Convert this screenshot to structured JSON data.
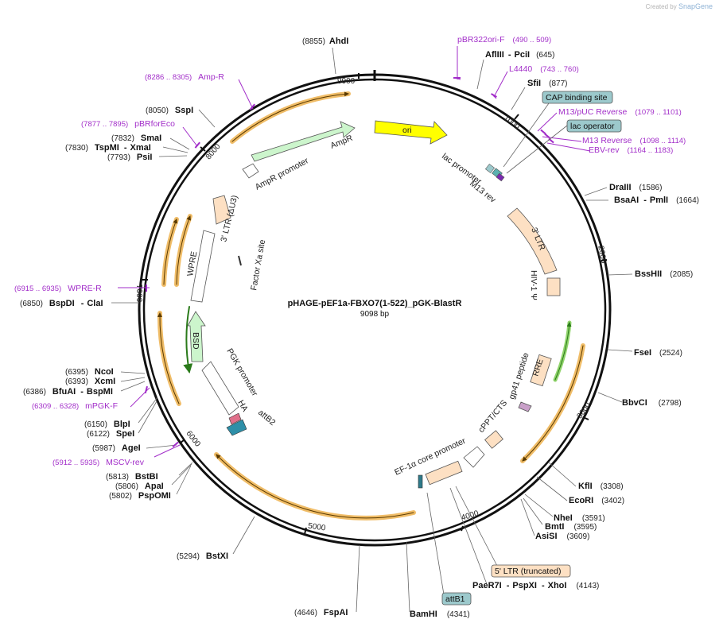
{
  "credit": {
    "prefix": "Created by",
    "brand": "SnapGene"
  },
  "plasmid": {
    "name": "pHAGE-pEF1a-FBXO7(1-522)_pGK-BlastR",
    "length_label": "9098 bp",
    "length": 9098
  },
  "ticks": [
    "1000",
    "2000",
    "3000",
    "4000",
    "5000",
    "6000",
    "7000",
    "8000",
    "9000"
  ],
  "enzymes": [
    {
      "id": "ahdi",
      "name": "AhdI",
      "pos": "(8855)"
    },
    {
      "id": "afliii",
      "name": "AflIII",
      "sep": "-",
      "name2": "PciI",
      "pos": "(645)"
    },
    {
      "id": "sfii",
      "name": "SfiI",
      "pos": "(877)"
    },
    {
      "id": "draiii",
      "name": "DraIII",
      "pos": "(1586)"
    },
    {
      "id": "bsaai",
      "name": "BsaAI",
      "sep": "-",
      "name2": "PmlI",
      "pos": "(1664)"
    },
    {
      "id": "bsshii",
      "name": "BssHII",
      "pos": "(2085)"
    },
    {
      "id": "fsei",
      "name": "FseI",
      "pos": "(2524)"
    },
    {
      "id": "bbvci",
      "name": "BbvCI",
      "pos": "(2798)"
    },
    {
      "id": "kfli",
      "name": "KflI",
      "pos": "(3308)"
    },
    {
      "id": "ecori",
      "name": "EcoRI",
      "pos": "(3402)"
    },
    {
      "id": "nhei",
      "name": "NheI",
      "pos": "(3591)"
    },
    {
      "id": "bmti",
      "name": "BmtI",
      "pos": "(3595)"
    },
    {
      "id": "asisi",
      "name": "AsiSI",
      "pos": "(3609)"
    },
    {
      "id": "paer7i",
      "name": "PaeR7I",
      "sep": "-",
      "name2": "PspXI",
      "sep2": "-",
      "name3": "XhoI",
      "pos": "(4143)"
    },
    {
      "id": "bamhi",
      "name": "BamHI",
      "pos": "(4341)"
    },
    {
      "id": "fspai",
      "name": "FspAI",
      "pos": "(4646)"
    },
    {
      "id": "bstxi",
      "name": "BstXI",
      "pos": "(5294)"
    },
    {
      "id": "bstbi",
      "name": "BstBI",
      "pos": "(5813)"
    },
    {
      "id": "apai",
      "name": "ApaI",
      "pos": "(5806)"
    },
    {
      "id": "pspomi",
      "name": "PspOMI",
      "pos": "(5802)"
    },
    {
      "id": "agei",
      "name": "AgeI",
      "pos": "(5987)"
    },
    {
      "id": "spei",
      "name": "SpeI",
      "pos": "(6122)"
    },
    {
      "id": "blpi",
      "name": "BlpI",
      "pos": "(6150)"
    },
    {
      "id": "ncoi",
      "name": "NcoI",
      "pos": "(6395)"
    },
    {
      "id": "xcmi",
      "name": "XcmI",
      "pos": "(6393)"
    },
    {
      "id": "bfuai",
      "name": "BfuAI",
      "sep": "-",
      "name2": "BspMI",
      "pos": "(6386)"
    },
    {
      "id": "bspdi",
      "name": "BspDI",
      "sep": "-",
      "name2": "ClaI",
      "pos": "(6850)"
    },
    {
      "id": "psii",
      "name": "PsiI",
      "pos": "(7793)"
    },
    {
      "id": "tspmi",
      "name": "TspMI",
      "sep": "-",
      "name2": "XmaI",
      "pos": "(7830)"
    },
    {
      "id": "smai",
      "name": "SmaI",
      "pos": "(7832)"
    },
    {
      "id": "sspi",
      "name": "SspI",
      "pos": "(8050)"
    }
  ],
  "primers": [
    {
      "id": "pbr322ori-f",
      "name": "pBR322ori-F",
      "range": "(490 .. 509)"
    },
    {
      "id": "l4440",
      "name": "L4440",
      "range": "(743 .. 760)"
    },
    {
      "id": "m13-puc-reverse",
      "name": "M13/pUC Reverse",
      "range": "(1079 .. 1101)"
    },
    {
      "id": "m13-reverse",
      "name": "M13 Reverse",
      "range": "(1098 .. 1114)"
    },
    {
      "id": "ebv-rev",
      "name": "EBV-rev",
      "range": "(1164 .. 1183)"
    },
    {
      "id": "amp-r",
      "name": "Amp-R",
      "range": "(8286 .. 8305)"
    },
    {
      "id": "pbrforeco",
      "name": "pBRforEco",
      "range": "(7877 .. 7895)"
    },
    {
      "id": "wpre-r",
      "name": "WPRE-R",
      "range": "(6915 .. 6935)"
    },
    {
      "id": "mpgk-f",
      "name": "mPGK-F",
      "range": "(6309 .. 6328)"
    },
    {
      "id": "mscv-rev",
      "name": "MSCV-rev",
      "range": "(5912 .. 5935)"
    }
  ],
  "boxes": [
    {
      "id": "cap-binding-site",
      "label": "CAP binding site"
    },
    {
      "id": "lac-operator",
      "label": "lac operator"
    },
    {
      "id": "5-ltr-truncated",
      "label": "5' LTR (truncated)"
    },
    {
      "id": "attb1",
      "label": "attB1"
    }
  ],
  "features": [
    {
      "id": "ori",
      "label": "ori"
    },
    {
      "id": "ampr",
      "label": "AmpR"
    },
    {
      "id": "ampr-promoter",
      "label": "AmpR promoter"
    },
    {
      "id": "lac-promoter",
      "label": "lac promoter"
    },
    {
      "id": "m13-rev",
      "label": "M13 rev"
    },
    {
      "id": "3-ltr",
      "label": "3' LTR"
    },
    {
      "id": "hiv1-psi",
      "label": "HIV-1 Ψ"
    },
    {
      "id": "rre",
      "label": "RRE"
    },
    {
      "id": "gp41-peptide",
      "label": "gp41 peptide"
    },
    {
      "id": "cppt-cts",
      "label": "cPPT/CTS"
    },
    {
      "id": "ef1a-core-promoter",
      "label": "EF-1α core promoter"
    },
    {
      "id": "attb2",
      "label": "attB2"
    },
    {
      "id": "ha",
      "label": "HA"
    },
    {
      "id": "pgk-promoter",
      "label": "PGK promoter"
    },
    {
      "id": "bsd",
      "label": "BSD"
    },
    {
      "id": "wpre",
      "label": "WPRE"
    },
    {
      "id": "3-ltr-du3",
      "label": "3' LTR (ΔU3)"
    },
    {
      "id": "factor-xa-site",
      "label": "Factor Xa site"
    }
  ],
  "colors": {
    "ori": "#ffff00",
    "ampr": "#ccf5cc",
    "ltr": "#fde0c3",
    "bsd": "#ccf5cc",
    "primer": "#a22ec9",
    "orf_arc": "#f0bd68",
    "box_fill": "#9cc9cc"
  }
}
